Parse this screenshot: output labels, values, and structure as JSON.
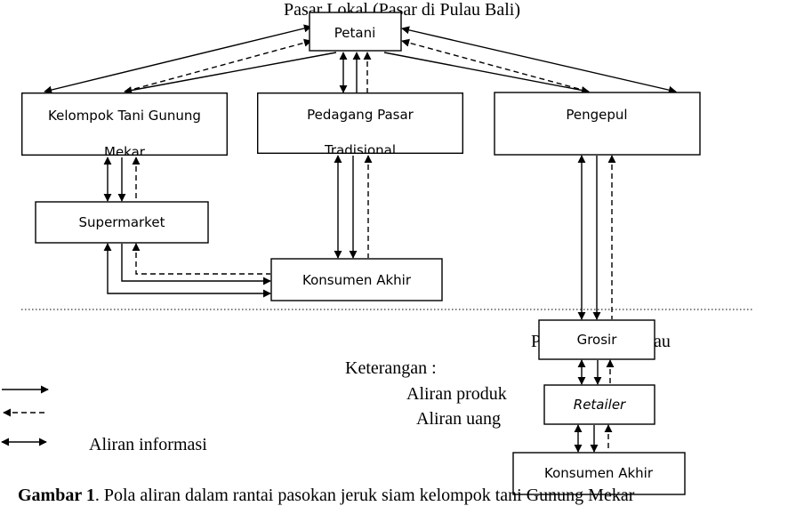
{
  "headings": {
    "local_market": "Pasar Lokal (Pasar di Pulau Bali)",
    "outside_market_fragment_left": "P",
    "outside_market_fragment_right": "au"
  },
  "nodes": {
    "petani": "Petani",
    "kelompok_line1": "Kelompok Tani Gunung",
    "kelompok_line2": "Mekar",
    "pedagang_line1": "Pedagang Pasar",
    "pedagang_line2": "Tradisional",
    "pengepul": "Pengepul",
    "supermarket": "Supermarket",
    "konsumen_lokal": "Konsumen Akhir",
    "grosir": "Grosir",
    "retailer": "Retailer",
    "konsumen_luar": "Konsumen Akhir"
  },
  "legend": {
    "title": "Keterangan :",
    "produk": "Aliran produk",
    "uang": "Aliran uang",
    "informasi": "Aliran informasi"
  },
  "caption": {
    "label": "Gambar 1",
    "text": ". Pola aliran dalam rantai pasokan jeruk siam kelompok tani Gunung Mekar"
  }
}
